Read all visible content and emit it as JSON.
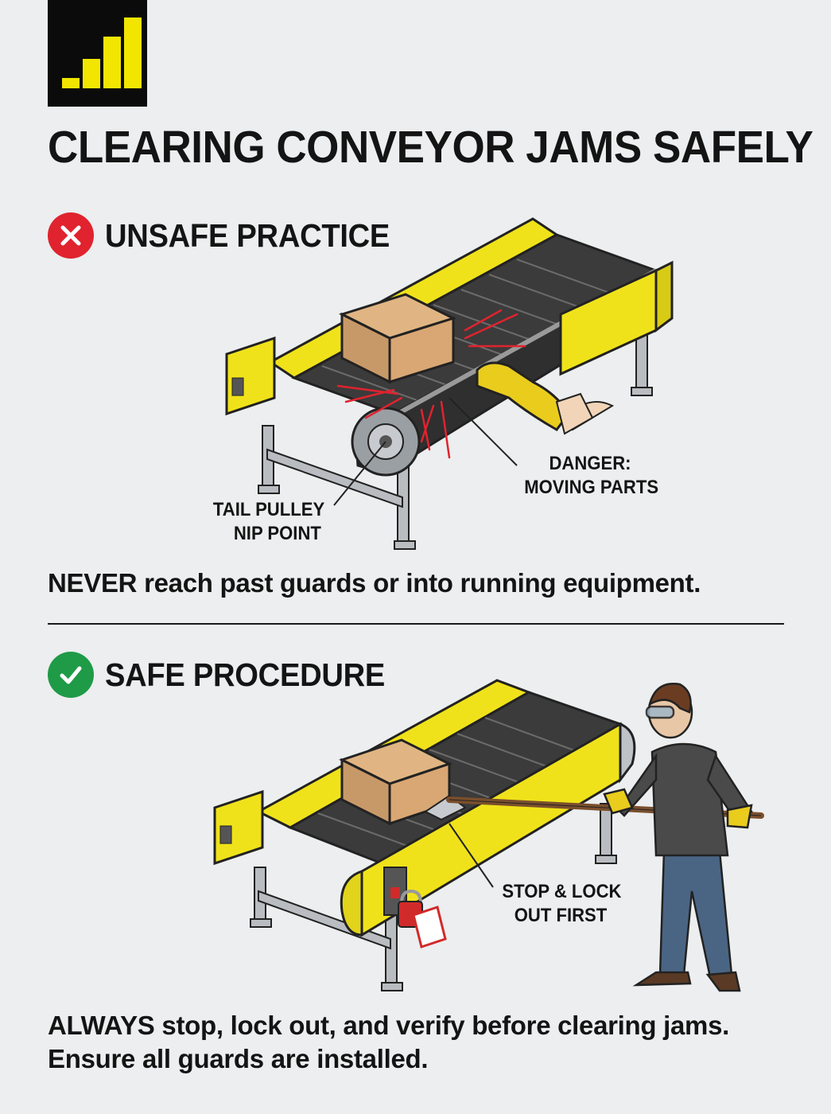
{
  "title": "CLEARING CONVEYOR JAMS SAFELY",
  "unsafe": {
    "heading": "UNSAFE PRACTICE",
    "callout_tail_line1": "TAIL PULLEY",
    "callout_tail_line2": "NIP POINT",
    "callout_danger_line1": "DANGER:",
    "callout_danger_line2": "MOVING PARTS",
    "statement": "NEVER reach past guards or into running equipment."
  },
  "safe": {
    "heading": "SAFE PROCEDURE",
    "callout_line1": "STOP & LOCK",
    "callout_line2": "OUT FIRST",
    "statement_line1": "ALWAYS stop, lock out, and verify before clearing jams.",
    "statement_line2": "Ensure all guards are installed."
  },
  "colors": {
    "background": "#eceeef",
    "conveyor_yellow": "#f0e21a",
    "belt": "#3a3a3a",
    "danger_red": "#e0232e",
    "safe_green": "#1f9a47",
    "logo_bg": "#0b0b0b",
    "logo_yellow": "#f2e600"
  },
  "icons": {
    "logo": "signal-bars-logo-icon",
    "unsafe": "x-circle-icon",
    "safe": "check-circle-icon"
  }
}
